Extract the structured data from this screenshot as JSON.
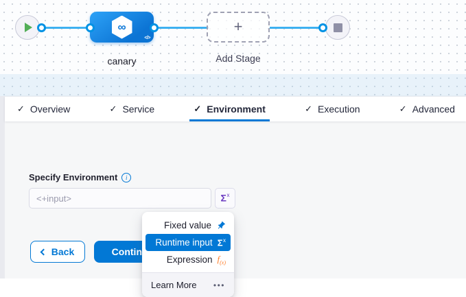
{
  "pipeline_canvas": {
    "stage_node": {
      "label": "canary"
    },
    "add_stage_node": {
      "label": "Add Stage"
    }
  },
  "tabs": [
    {
      "label": "Overview",
      "checked": true,
      "active": false
    },
    {
      "label": "Service",
      "checked": true,
      "active": false
    },
    {
      "label": "Environment",
      "checked": true,
      "active": true
    },
    {
      "label": "Execution",
      "checked": true,
      "active": false
    },
    {
      "label": "Advanced",
      "checked": true,
      "active": false
    }
  ],
  "environment_form": {
    "label": "Specify Environment",
    "input_placeholder": "<+input>"
  },
  "footer_buttons": {
    "back": "Back",
    "continue": "Continue"
  },
  "value_type_menu": {
    "items": [
      {
        "label": "Fixed value",
        "icon": "pin-icon"
      },
      {
        "label": "Runtime input",
        "icon": "sigma-icon",
        "selected": true
      },
      {
        "label": "Expression",
        "icon": "fx-icon"
      }
    ],
    "learn_more": "Learn More"
  },
  "icons": {
    "check": "✓",
    "plus": "+",
    "info": "i",
    "sigma": "Σ",
    "sigma_sup": "x",
    "fx_base": "f",
    "fx_sub": "(x)",
    "infinity": "∞",
    "code": "</>",
    "dots": "•••"
  },
  "colors": {
    "primary_blue": "#0278d5",
    "connector_blue": "#3eb1f1",
    "stage_gradient_start": "#2da2f7",
    "stage_gradient_end": "#0c74d4",
    "play_green": "#53ae57",
    "stop_gray": "#8f90a6",
    "expression_orange": "#ff7b26",
    "sigma_purple": "#6938c0",
    "selected_tab_underline": "#0278d5"
  }
}
